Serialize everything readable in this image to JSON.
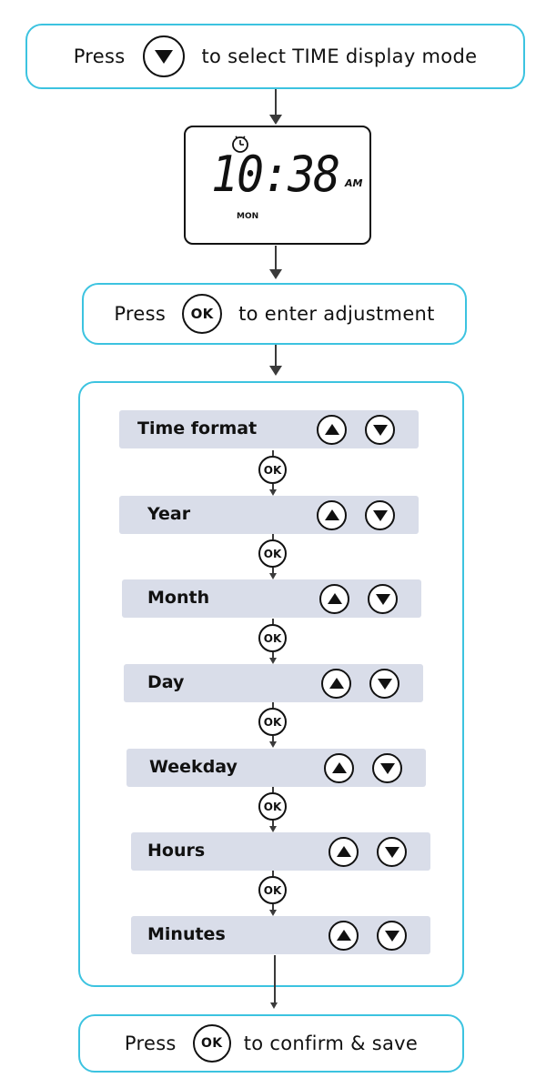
{
  "step1": {
    "before": "Press",
    "after": "to select TIME display mode",
    "icon": "down-arrow-button-icon"
  },
  "display": {
    "time": "10:38",
    "ampm": "AM",
    "day": "MON",
    "icon": "clock-icon"
  },
  "step2": {
    "before": "Press",
    "button": "OK",
    "after": "to enter adjustment"
  },
  "adjust": {
    "ok": "OK",
    "items": [
      {
        "label": "Time format"
      },
      {
        "label": "Year"
      },
      {
        "label": "Month"
      },
      {
        "label": "Day"
      },
      {
        "label": "Weekday"
      },
      {
        "label": "Hours"
      },
      {
        "label": "Minutes"
      }
    ]
  },
  "step3": {
    "before": "Press",
    "button": "OK",
    "after": "to confirm & save"
  },
  "colors": {
    "border": "#3cc3e0",
    "row_fill": "#d9dde9",
    "ink": "#111111"
  }
}
